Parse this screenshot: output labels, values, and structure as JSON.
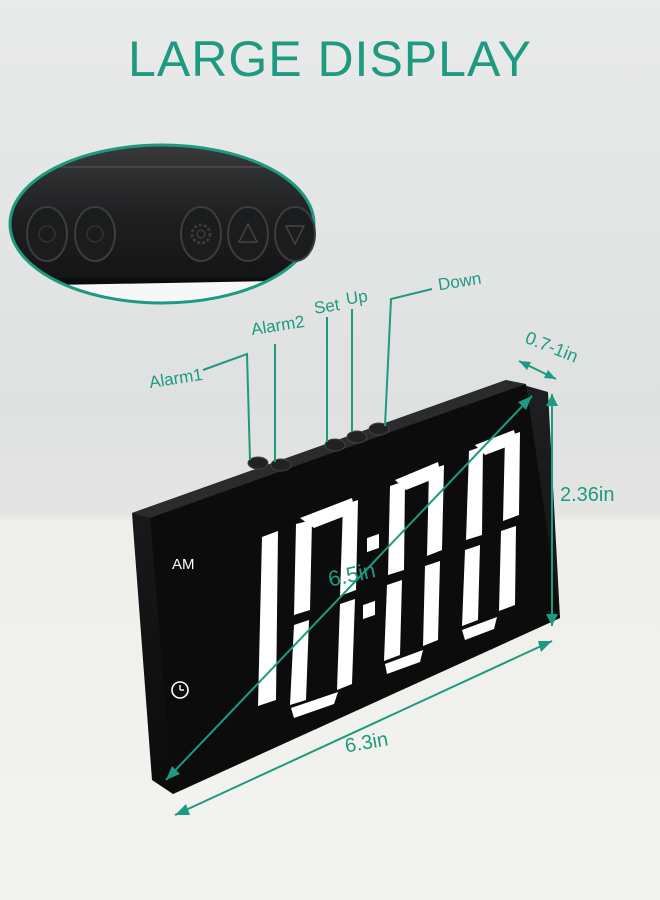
{
  "title": "LARGE DISPLAY",
  "colors": {
    "accent": "#1d9a80",
    "clock_body": "#121314",
    "digit": "#ffffff"
  },
  "clock": {
    "time_display": "10:00",
    "period": "AM",
    "alarm_indicator_icon": "alarm-clock-icon"
  },
  "buttons": {
    "alarm1": "Alarm1",
    "alarm2": "Alarm2",
    "set": "Set",
    "up": "Up",
    "down": "Down"
  },
  "zoom_icons": [
    "alarm1-icon",
    "alarm2-icon",
    "gear-icon",
    "up-triangle-icon",
    "down-triangle-icon"
  ],
  "dimensions": {
    "diagonal": "6.5in",
    "width": "6.3in",
    "height": "2.36in",
    "depth": "0.7-1in"
  }
}
